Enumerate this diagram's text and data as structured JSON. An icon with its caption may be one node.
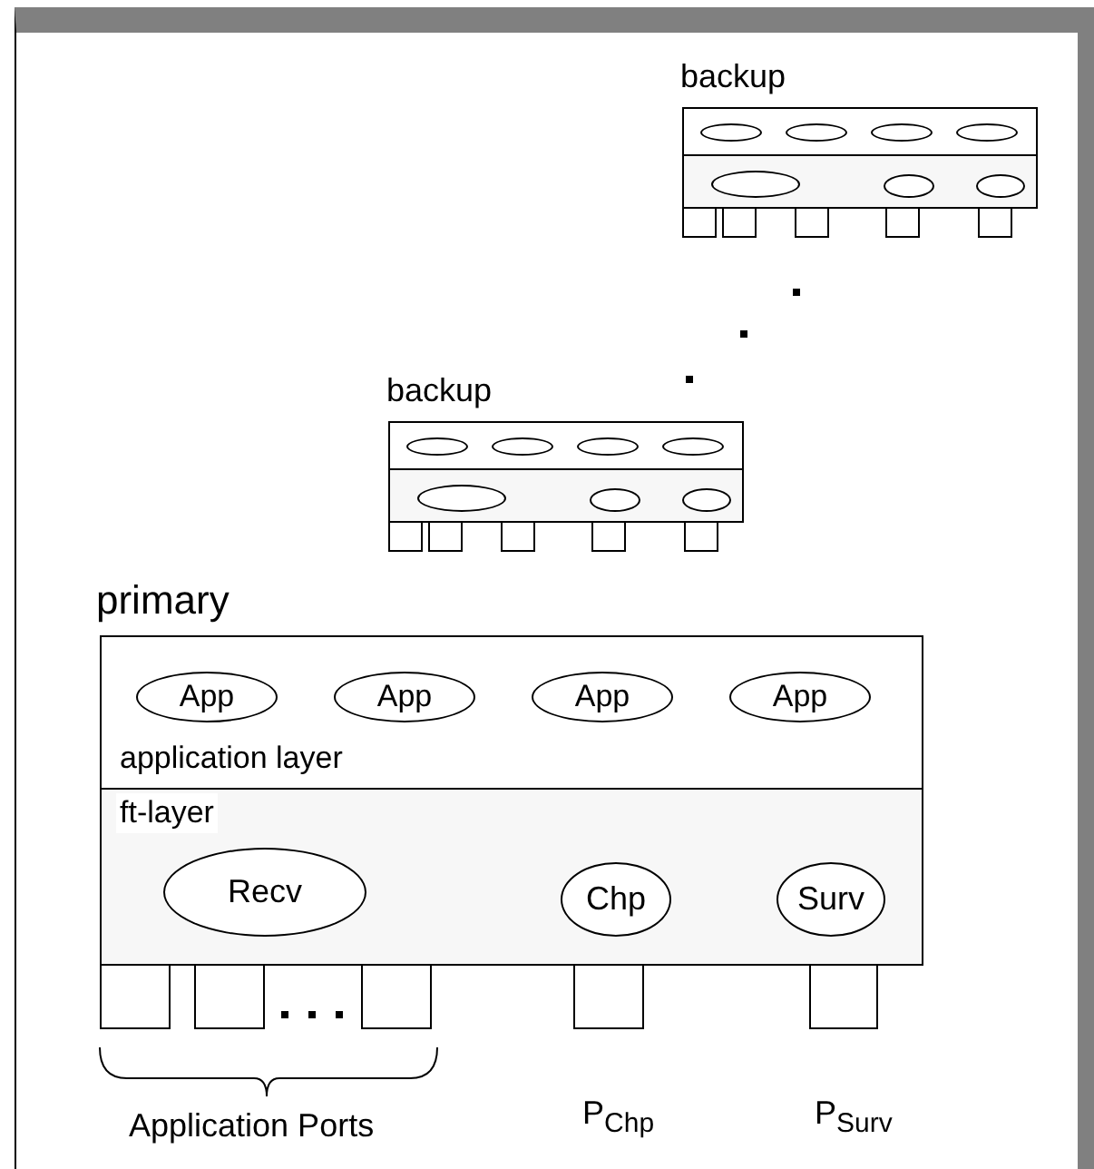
{
  "diagram": {
    "nodes": [
      {
        "text": [
          "backup"
        ]
      },
      {
        "text": [],
        "shape": "box",
        "in": 0
      },
      {
        "text": [],
        "shape": "ellipse",
        "in": 1
      },
      {
        "text": [],
        "shape": "ellipse",
        "in": 1
      },
      {
        "text": [],
        "shape": "ellipse",
        "in": 1
      },
      {
        "text": [],
        "shape": "ellipse",
        "in": 1
      },
      {
        "text": [],
        "shape": "box",
        "in": 0
      },
      {
        "text": [],
        "shape": "ellipse",
        "in": 6
      },
      {
        "text": [],
        "shape": "ellipse",
        "in": 6
      },
      {
        "text": [],
        "shape": "ellipse",
        "in": 6
      },
      {
        "text": [],
        "shape": "box"
      },
      {
        "text": [],
        "shape": "box"
      },
      {
        "text": [],
        "shape": "box"
      },
      {
        "text": [],
        "shape": "box"
      },
      {
        "text": [],
        "shape": "box"
      },
      {
        "text": [
          "backup"
        ]
      },
      {
        "text": [],
        "shape": "box",
        "in": 15
      },
      {
        "text": [],
        "shape": "ellipse",
        "in": 16
      },
      {
        "text": [],
        "shape": "ellipse",
        "in": 16
      },
      {
        "text": [],
        "shape": "ellipse",
        "in": 16
      },
      {
        "text": [],
        "shape": "ellipse",
        "in": 16
      },
      {
        "text": [],
        "shape": "box",
        "in": 15
      },
      {
        "text": [],
        "shape": "ellipse",
        "in": 21
      },
      {
        "text": [],
        "shape": "ellipse",
        "in": 21
      },
      {
        "text": [],
        "shape": "ellipse",
        "in": 21
      },
      {
        "text": [],
        "shape": "box"
      },
      {
        "text": [],
        "shape": "box"
      },
      {
        "text": [],
        "shape": "box"
      },
      {
        "text": [],
        "shape": "box"
      },
      {
        "text": [],
        "shape": "box"
      },
      {
        "text": [
          "primary"
        ]
      },
      {
        "text": [
          "application layer"
        ],
        "in": 30
      },
      {
        "text": [
          "App"
        ],
        "in": 31
      },
      {
        "text": [
          "App"
        ],
        "in": 31
      },
      {
        "text": [
          "App"
        ],
        "in": 31
      },
      {
        "text": [
          "App"
        ],
        "in": 31
      },
      {
        "text": [
          "ft-layer"
        ],
        "in": 30
      },
      {
        "text": [
          "Recv"
        ],
        "in": 36
      },
      {
        "text": [
          "Chp"
        ],
        "in": 36
      },
      {
        "text": [
          "Surv"
        ],
        "in": 36
      },
      {
        "text": [],
        "shape": "box"
      },
      {
        "text": [],
        "shape": "box"
      },
      {
        "text": [],
        "shape": "box"
      },
      {
        "text": [],
        "shape": "box"
      },
      {
        "text": [],
        "shape": "box"
      }
    ],
    "edges": [],
    "labels": [
      "Application Ports",
      "P$_{Chp}$",
      "P$_{Surv}$"
    ]
  }
}
